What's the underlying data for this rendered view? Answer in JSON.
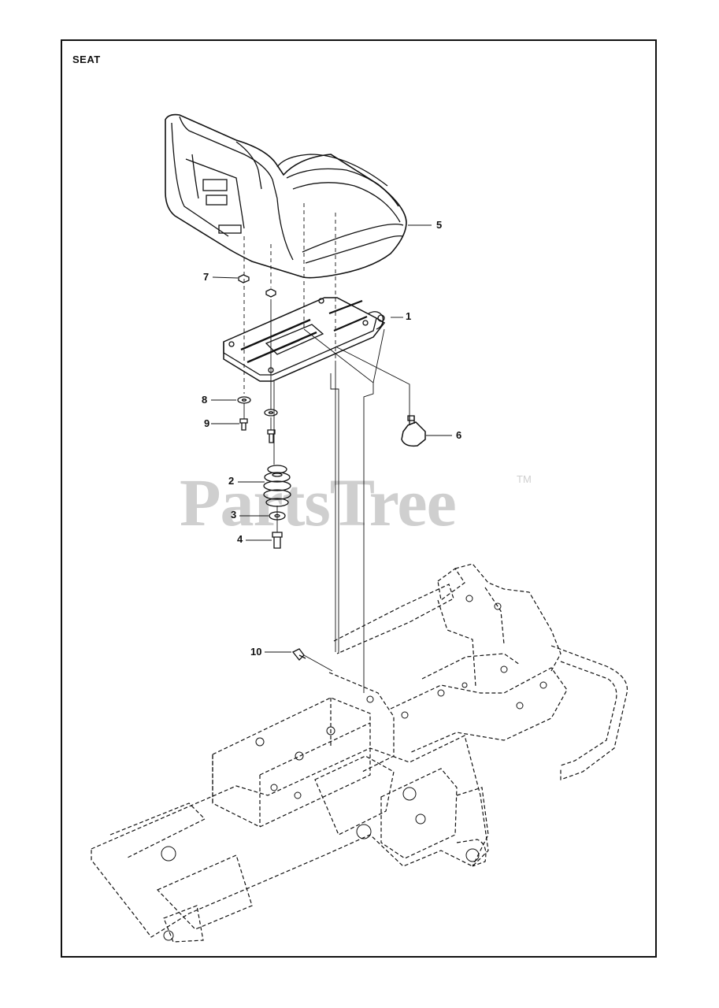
{
  "title": "SEAT",
  "watermark": {
    "text": "PartsTree",
    "tm": "TM"
  },
  "callouts": [
    {
      "num": "1",
      "part": "seat-plate"
    },
    {
      "num": "2",
      "part": "spring"
    },
    {
      "num": "3",
      "part": "washer"
    },
    {
      "num": "4",
      "part": "bolt"
    },
    {
      "num": "5",
      "part": "seat"
    },
    {
      "num": "6",
      "part": "knob"
    },
    {
      "num": "7",
      "part": "nut"
    },
    {
      "num": "8",
      "part": "washer"
    },
    {
      "num": "9",
      "part": "bolt"
    },
    {
      "num": "10",
      "part": "screw"
    }
  ]
}
